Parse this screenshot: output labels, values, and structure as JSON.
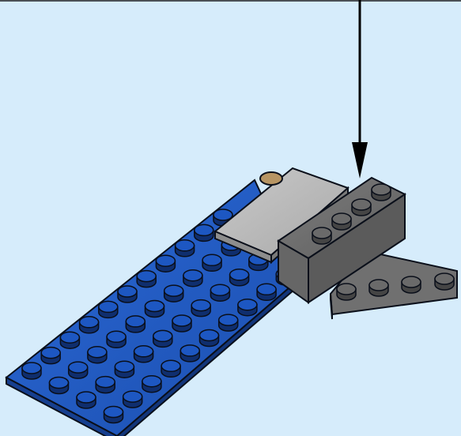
{
  "scene": {
    "background": "#d6ecfb",
    "parts": [
      {
        "name": "blue-plate",
        "studs_columns": 4,
        "studs_rows": 12,
        "color": "#1f5fc8",
        "edge_color": "#0a0f1a"
      },
      {
        "name": "light-gray-tile",
        "color": "#b9b9b9"
      },
      {
        "name": "dark-gray-brick",
        "studs": 4,
        "color": "#6b6b6b"
      },
      {
        "name": "dark-gray-wedge-plate",
        "studs": 4,
        "color": "#6f6f6f"
      },
      {
        "name": "tan-stud-accent",
        "color": "#b79563"
      }
    ],
    "arrow": {
      "direction": "down",
      "color": "#000000",
      "target": "dark-gray-brick"
    }
  }
}
